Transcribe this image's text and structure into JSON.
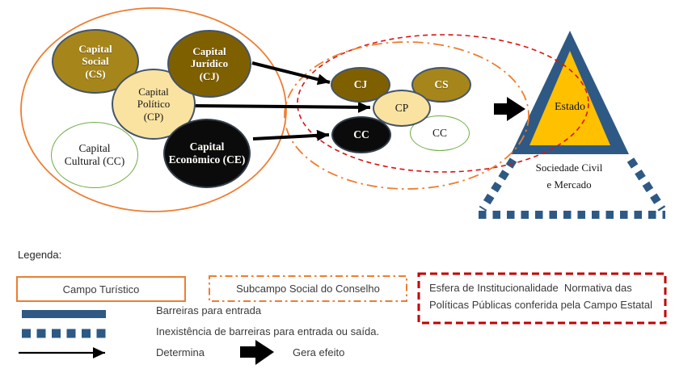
{
  "colors": {
    "campo_orange": "#ED7D31",
    "red_dashed": "#D81414",
    "dark_red_box": "#C00000",
    "navy_blue": "#2E5984",
    "triangle_gold": "#FFC000",
    "gold": "#A6861B",
    "dark_brown": "#7F6000",
    "cream": "#FAE3A1",
    "black": "#0B0B0B",
    "green": "#70AD47",
    "ellipse_border": "#44546A"
  },
  "campo_turistico": {
    "capital_social": "Capital\nSocial\n(CS)",
    "capital_juridico": "Capital\nJurídico\n(CJ)",
    "capital_politico": "Capital\nPolítico\n(CP)",
    "capital_cultural": "Capital\nCultural (CC)",
    "capital_economico": "Capital\nEconômico (CE)"
  },
  "subcampo": {
    "cj": "CJ",
    "cs": "CS",
    "cp": "CP",
    "cc_black": "CC",
    "cc_white": "CC"
  },
  "estado": {
    "label": "Estado",
    "sociedade": "Sociedade Civil\ne Mercado"
  },
  "legenda": {
    "title": "Legenda:",
    "campo_turistico": "Campo Turístico",
    "subcampo_social": "Subcampo Social do Conselho",
    "esfera": "Esfera de Institucionalidade  Normativa das\nPolíticas Públicas conferida pela Campo Estatal",
    "barreiras": "Barreiras para entrada",
    "inexistencia": "Inexistência de barreiras para entrada ou saída.",
    "determina": "Determina",
    "gera_efeito": "Gera efeito"
  }
}
